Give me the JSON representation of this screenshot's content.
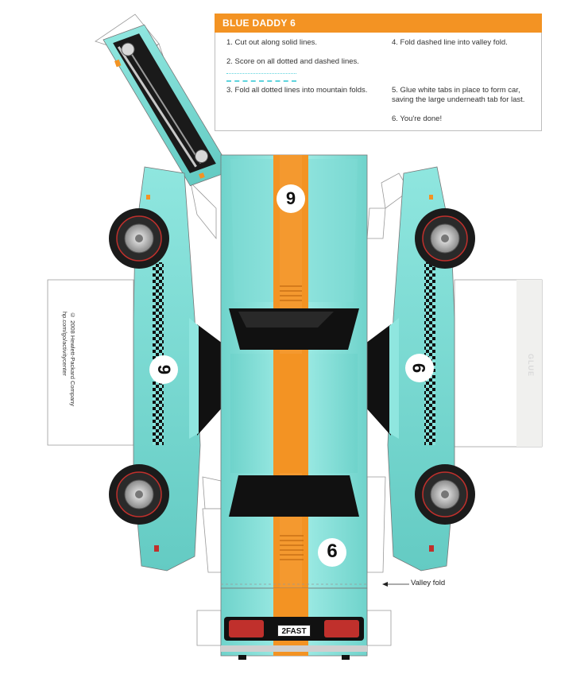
{
  "instructions": {
    "title": "BLUE DADDY 6",
    "steps": [
      "1. Cut out along solid lines.",
      "2. Score on all dotted and dashed lines.",
      "3. Fold all dotted lines into mountain folds.",
      "4. Fold dashed line into valley fold.",
      "5. Glue white tabs in place to form car,\nsaving the large underneath tab for last.",
      "6. You're done!"
    ]
  },
  "labels": {
    "copyright": "© 2008 Hewlett-Packard Company\nhp.com/go/activitycenter",
    "glue": "GLUE",
    "valley_fold": "Valley fold",
    "license_plate": "2FAST",
    "car_number": "9",
    "car_number_rear": "6"
  },
  "colors": {
    "body": "#86e2db",
    "stripe": "#f39323",
    "glass": "#111111",
    "tire": "#1b1b1b",
    "accent_title": "#f39323"
  }
}
